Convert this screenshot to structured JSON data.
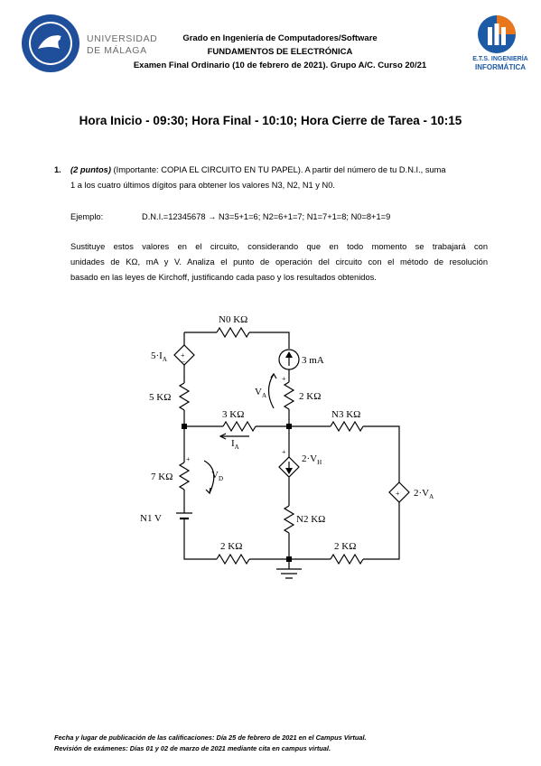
{
  "header": {
    "university_name_line1": "UNIVERSIDAD",
    "university_name_line2": "DE MÁLAGA",
    "line1": "Grado en Ingeniería de Computadores/Software",
    "line2": "FUNDAMENTOS DE ELECTRÓNICA",
    "line3": "Examen Final Ordinario (10 de febrero de 2021). Grupo A/C. Curso 20/21",
    "school_line1": "E.T.S. INGENIERÍA",
    "school_line2": "INFORMÁTICA",
    "colors": {
      "uma_blue": "#1f4e9a",
      "ets_orange": "#e8761b",
      "ets_blue": "#1d5aa6"
    }
  },
  "exam_title": "Hora Inicio - 09:30; Hora Final - 10:10; Hora Cierre de Tarea - 10:15",
  "question": {
    "number": "1.",
    "points": "(2 puntos)",
    "intro_rest": " (Importante: COPIA EL CIRCUITO EN TU PAPEL). A partir del número de tu D.N.I., suma",
    "intro_line2": "1 a los cuatro últimos dígitos para obtener los valores N3, N2, N1 y N0.",
    "example_label": "Ejemplo:",
    "example_value": "D.N.I.=12345678 →   N3=5+1=6; N2=6+1=7; N1=7+1=8; N0=8+1=9",
    "para_line1": "Sustituye estos valores en el circuito, considerando que en todo momento se trabajará con",
    "para_line2": "unidades de KΩ, mA y V. Analiza el punto de operación del circuito con el método de resolución",
    "para_line3": "basado en las leyes de Kirchoff, justificando cada paso y los resultados obtenidos."
  },
  "circuit": {
    "r_n0": "N0 KΩ",
    "src_5ia": "5·I",
    "src_5ia_sub": "A",
    "r_5k": "5 KΩ",
    "src_3ma": "3 mA",
    "va": "V",
    "va_sub": "A",
    "r_2k_top": "2 KΩ",
    "r_3k": "3 KΩ",
    "ia": "I",
    "ia_sub": "A",
    "r_n3": "N3 KΩ",
    "src_2vh": "2·V",
    "src_2vh_sub": "H",
    "r_7k": "7 KΩ",
    "vd": "V",
    "vd_sub": "D",
    "src_2va": "2·V",
    "src_2va_sub": "A",
    "batt_n1": "N1 V",
    "r_n2": "N2 KΩ",
    "r_2k_bl": "2 KΩ",
    "r_2k_br": "2 KΩ",
    "plus": "+",
    "minus": "−"
  },
  "footer": {
    "line1": "Fecha y lugar de publicación de las calificaciones: Día 25 de febrero de 2021 en el Campus Virtual.",
    "line2": "Revisión de exámenes: Días 01 y 02 de marzo de 2021 mediante cita en campus virtual."
  }
}
